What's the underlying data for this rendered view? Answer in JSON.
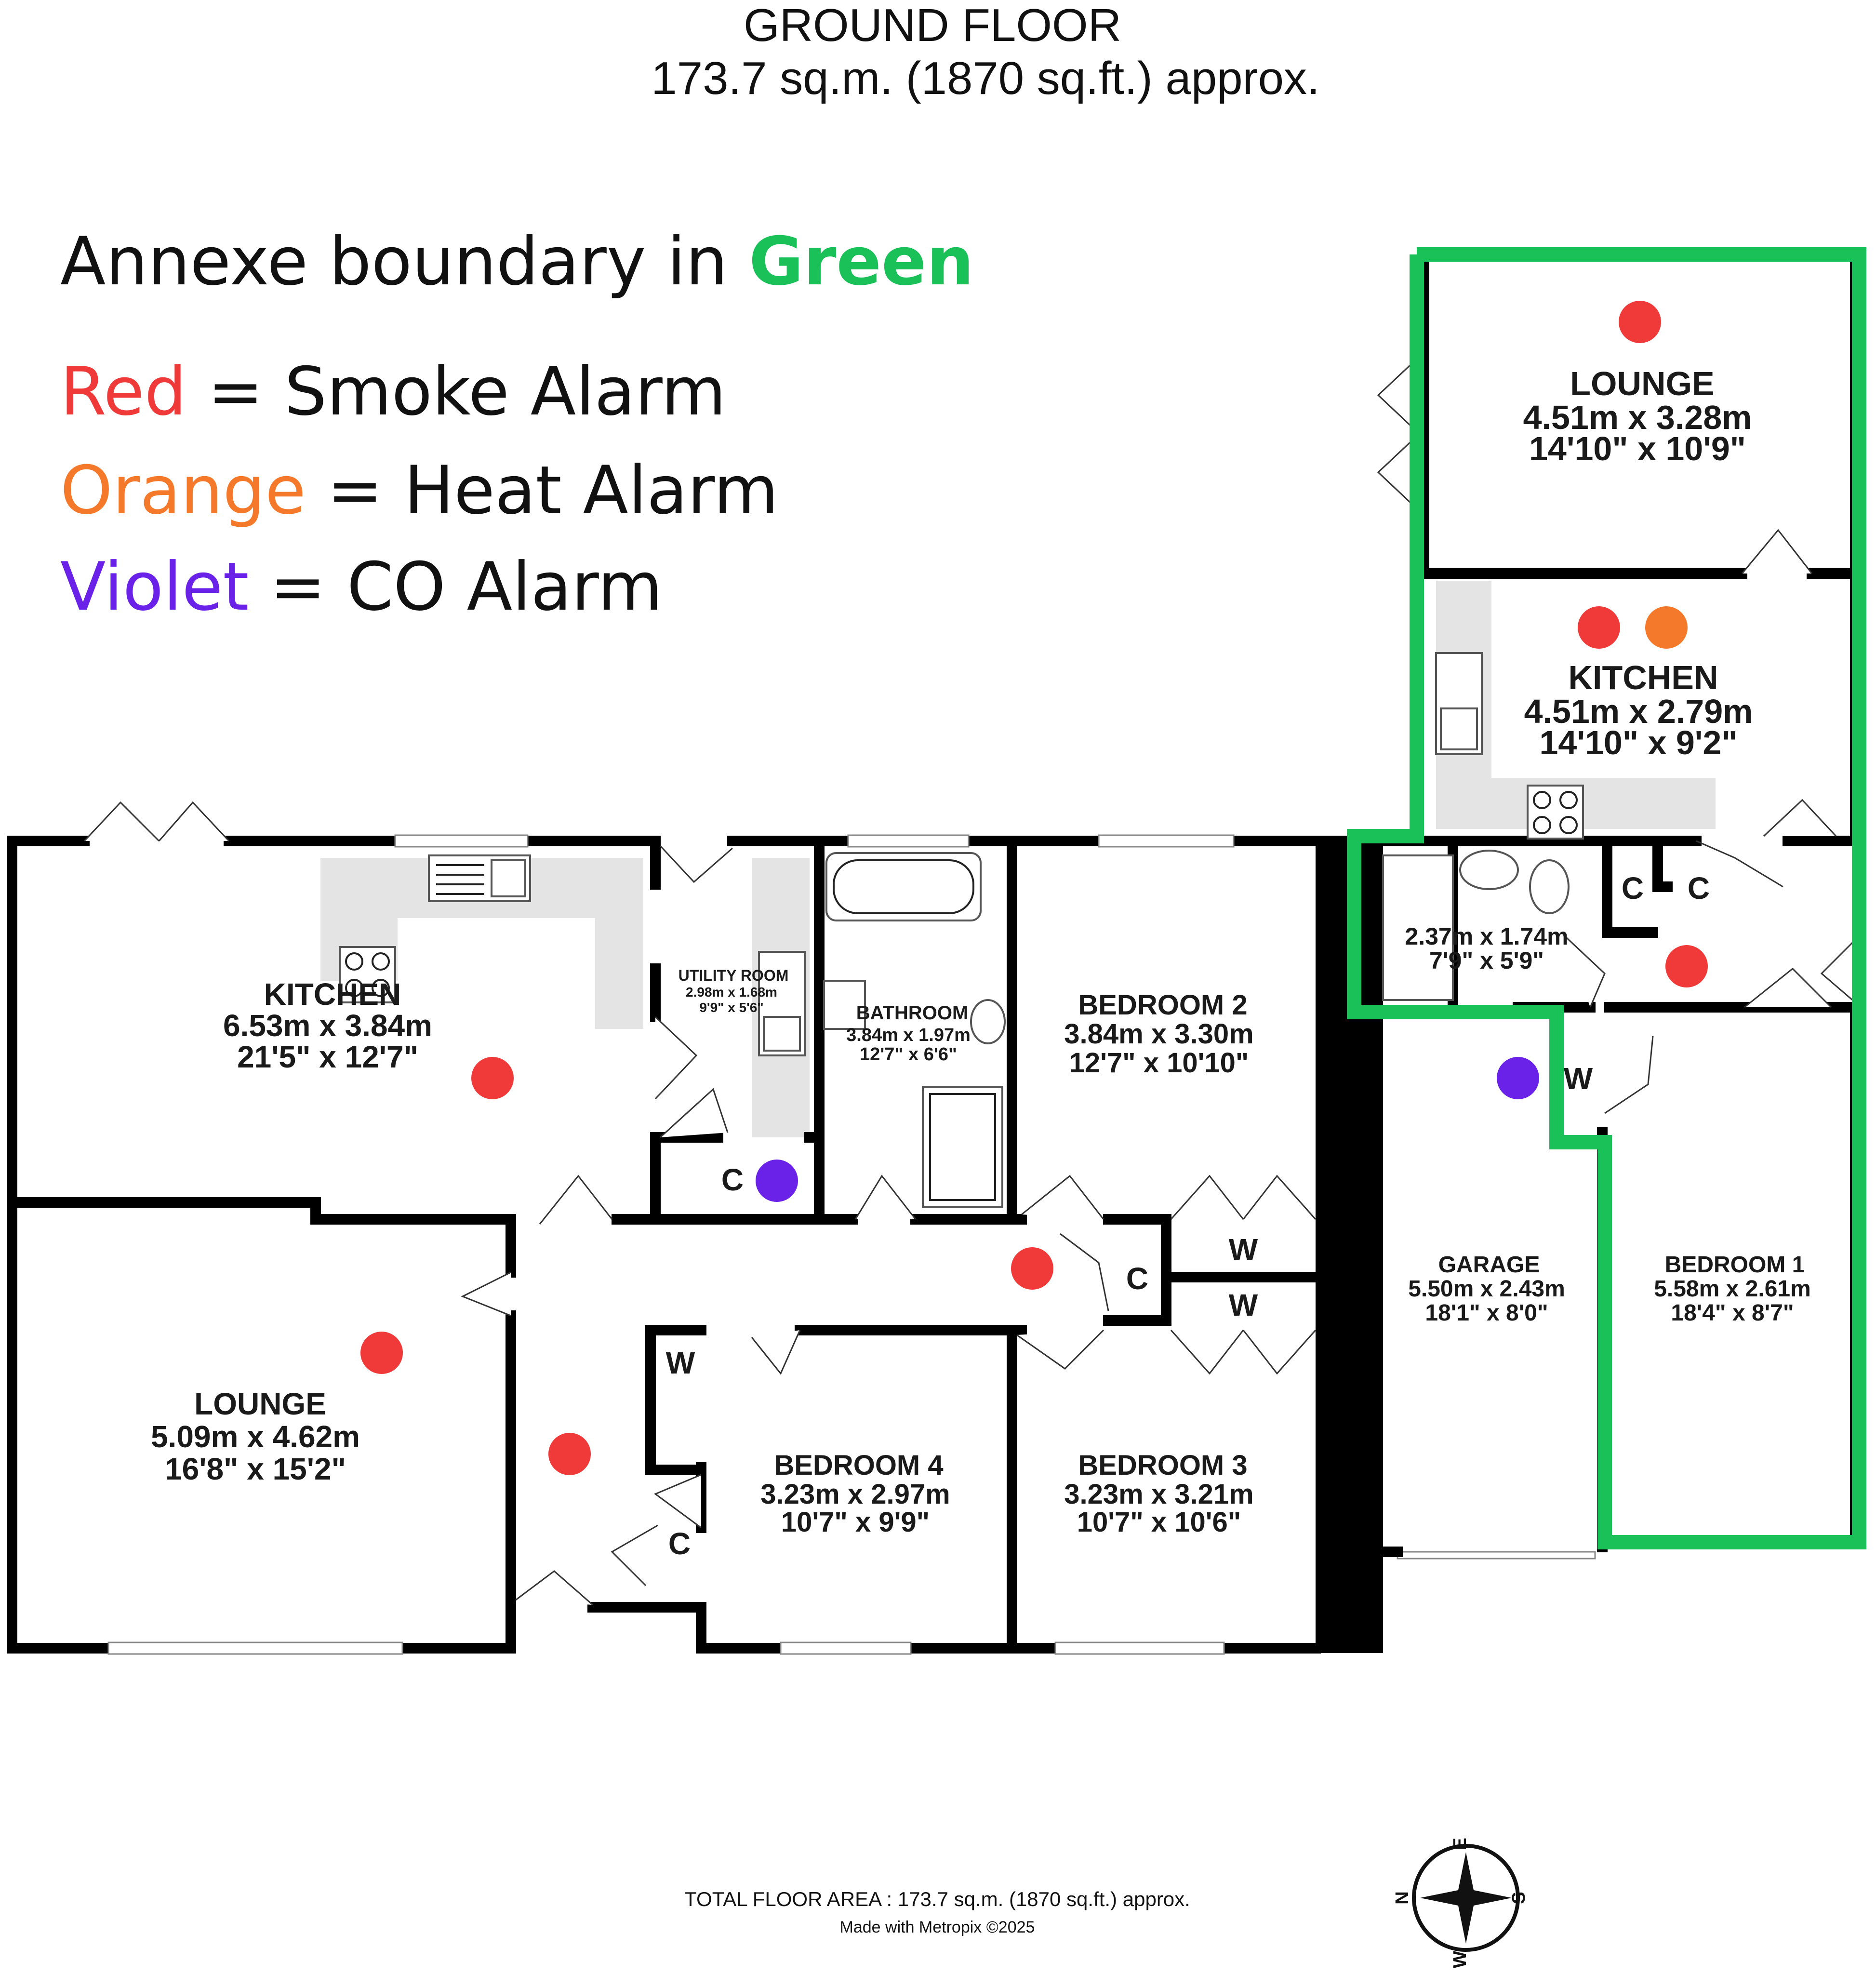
{
  "header": {
    "title": "GROUND FLOOR",
    "area": "173.7 sq.m. (1870 sq.ft.) approx."
  },
  "legend": {
    "line1_prefix": "Annexe boundary in ",
    "line1_color_word": "Green",
    "items": [
      {
        "word": "Red",
        "rest": " = Smoke Alarm"
      },
      {
        "word": "Orange",
        "rest": " = Heat Alarm"
      },
      {
        "word": "Violet",
        "rest": " = CO Alarm"
      }
    ]
  },
  "colors": {
    "green": "#19c158",
    "red": "#f03a3a",
    "orange": "#f5792a",
    "violet": "#6a22e8",
    "wall": "#000000",
    "counter": "#e4e4e4"
  },
  "rooms": {
    "annexe_lounge": {
      "name": "LOUNGE",
      "metric": "4.51m  x 3.28m",
      "imperial": "14'10\"  x 10'9\""
    },
    "annexe_kitchen": {
      "name": "KITCHEN",
      "metric": "4.51m  x 2.79m",
      "imperial": "14'10\"  x 9'2\""
    },
    "shower": {
      "metric": "2.37m  x 1.74m",
      "imperial": "7'9\"  x 5'9\""
    },
    "kitchen": {
      "name": "KITCHEN",
      "metric": "6.53m  x 3.84m",
      "imperial": "21'5\"  x 12'7\""
    },
    "utility": {
      "name": "UTILITY ROOM",
      "metric": "2.98m  x 1.68m",
      "imperial": "9'9\"  x 5'6\""
    },
    "bathroom": {
      "name": "BATHROOM",
      "metric": "3.84m  x 1.97m",
      "imperial": "12'7\"  x 6'6\""
    },
    "bedroom2": {
      "name": "BEDROOM 2",
      "metric": "3.84m  x 3.30m",
      "imperial": "12'7\"  x 10'10\""
    },
    "garage": {
      "name": "GARAGE",
      "metric": "5.50m  x 2.43m",
      "imperial": "18'1\"  x 8'0\""
    },
    "bedroom1": {
      "name": "BEDROOM 1",
      "metric": "5.58m  x 2.61m",
      "imperial": "18'4\"  x 8'7\""
    },
    "lounge": {
      "name": "LOUNGE",
      "metric": "5.09m  x 4.62m",
      "imperial": "16'8\"  x 15'2\""
    },
    "bedroom4": {
      "name": "BEDROOM 4",
      "metric": "3.23m  x 2.97m",
      "imperial": "10'7\"  x 9'9\""
    },
    "bedroom3": {
      "name": "BEDROOM 3",
      "metric": "3.23m  x 3.21m",
      "imperial": "10'7\"  x 10'6\""
    }
  },
  "labels": {
    "cupboard": "C",
    "wardrobe": "W"
  },
  "compass": {
    "n": "N",
    "e": "E",
    "s": "S",
    "w": "W"
  },
  "footer": {
    "total": "TOTAL FLOOR AREA : 173.7 sq.m. (1870 sq.ft.) approx.",
    "credit": "Made with Metropix ©2025"
  }
}
